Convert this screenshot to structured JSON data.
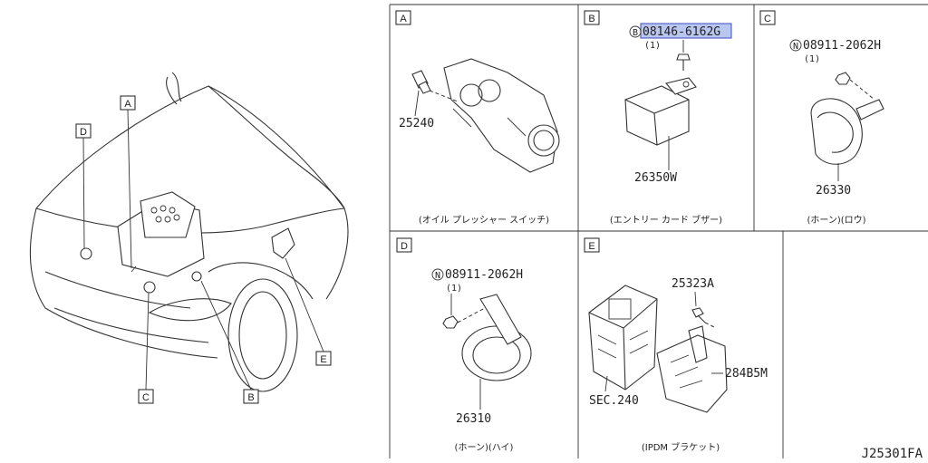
{
  "overview": {
    "callouts": [
      {
        "id": "A",
        "letter": "A"
      },
      {
        "id": "B",
        "letter": "B"
      },
      {
        "id": "C",
        "letter": "C"
      },
      {
        "id": "D",
        "letter": "D"
      },
      {
        "id": "E",
        "letter": "E"
      }
    ]
  },
  "panels": {
    "A": {
      "letter": "A",
      "parts": [
        {
          "number": "25240"
        }
      ],
      "caption": "(オイル プレッシャー スイッチ)"
    },
    "B": {
      "letter": "B",
      "parts": [
        {
          "prefix": "B",
          "number": "08146-6162G",
          "qty": "(1)",
          "highlighted": true
        },
        {
          "number": "26350W"
        }
      ],
      "caption": "(エントリー カード ブザー)"
    },
    "C": {
      "letter": "C",
      "parts": [
        {
          "prefix": "N",
          "number": "08911-2062H",
          "qty": "(1)"
        },
        {
          "number": "26330"
        }
      ],
      "caption": "(ホーン)(ロウ)"
    },
    "D": {
      "letter": "D",
      "parts": [
        {
          "prefix": "N",
          "number": "08911-2062H",
          "qty": "(1)"
        },
        {
          "number": "26310"
        }
      ],
      "caption": "(ホーン)(ハイ)"
    },
    "E": {
      "letter": "E",
      "parts": [
        {
          "number": "25323A"
        },
        {
          "number": "284B5M"
        },
        {
          "number": "SEC.240"
        }
      ],
      "caption": "(IPDM ブラケット)"
    }
  },
  "diagram_id": "J25301FA",
  "colors": {
    "highlight": "#b9c6f0",
    "line": "#333333",
    "background": "#ffffff"
  }
}
